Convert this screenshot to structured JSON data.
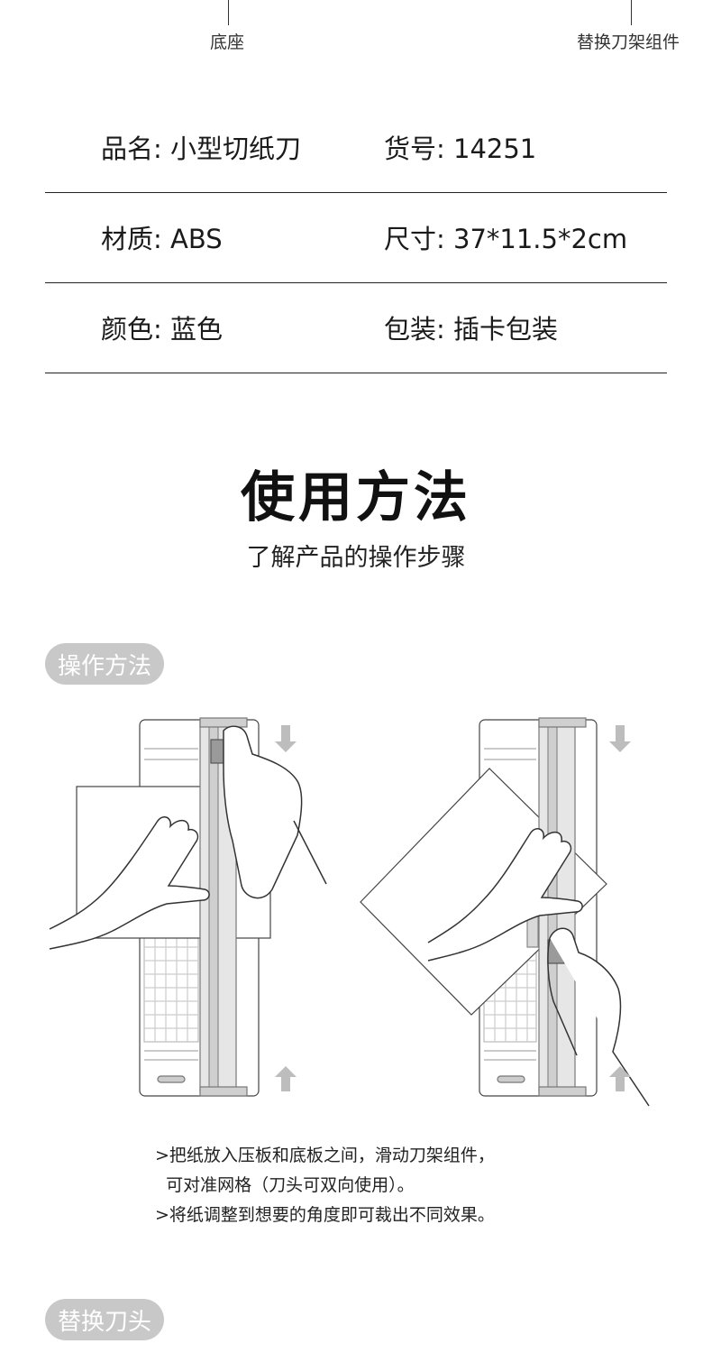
{
  "callouts": [
    {
      "label": "底座"
    },
    {
      "label": "替换刀架组件"
    }
  ],
  "specs": [
    {
      "left": "品名: 小型切纸刀",
      "right": "货号: 14251"
    },
    {
      "left": "材质: ABS",
      "right": "尺寸: 37*11.5*2cm"
    },
    {
      "left": "颜色: 蓝色",
      "right": "包装: 插卡包装"
    }
  ],
  "usage": {
    "title": "使用方法",
    "subtitle": "了解产品的操作步骤"
  },
  "section_operation": {
    "label": "操作方法",
    "instructions": [
      ">把纸放入压板和底板之间，滑动刀架组件，",
      "  可对准网格（刀头可双向使用）。",
      ">将纸调整到想要的角度即可裁出不同效果。"
    ]
  },
  "section_replace": {
    "label": "替换刀头"
  },
  "colors": {
    "divider": "#222222",
    "pill_bg": "#c8c8c8",
    "rail_gray": "#bdbdbd"
  }
}
